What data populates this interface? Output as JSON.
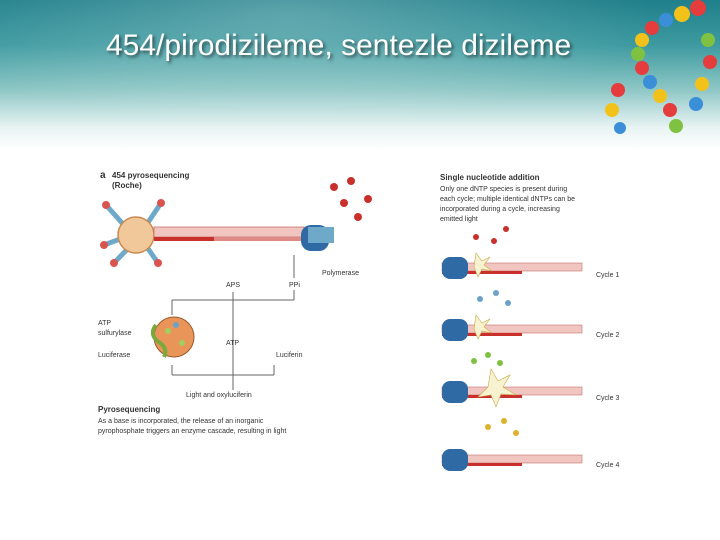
{
  "slide": {
    "title": "454/pirodizileme, sentezle dizileme"
  },
  "figure_left": {
    "panel_letter": "a",
    "heading_line1": "454 pyrosequencing",
    "heading_line2": "(Roche)",
    "polymerase": "Polymerase",
    "aps": "APS",
    "ppi": "PPi",
    "atp_left": "ATP",
    "sulfurylase_line1": "ATP",
    "sulfurylase_line2": "sulfurylase",
    "luciferase": "Luciferase",
    "atp_mid": "ATP",
    "luciferin": "Luciferin",
    "light": "Light and oxyluciferin",
    "pyro_title": "Pyrosequencing",
    "pyro_desc1": "As a base is incorporated, the release of an inorganic",
    "pyro_desc2": "pyrophosphate triggers an enzyme cascade, resulting in light"
  },
  "figure_right": {
    "heading": "Single nucleotide addition",
    "desc1": "Only one dNTP species is present during",
    "desc2": "each cycle; multiple identical dNTPs can be",
    "desc3": "incorporated during a cycle, increasing",
    "desc4": "emitted light",
    "cycles": [
      "Cycle 1",
      "Cycle 2",
      "Cycle 3",
      "Cycle 4"
    ]
  }
}
